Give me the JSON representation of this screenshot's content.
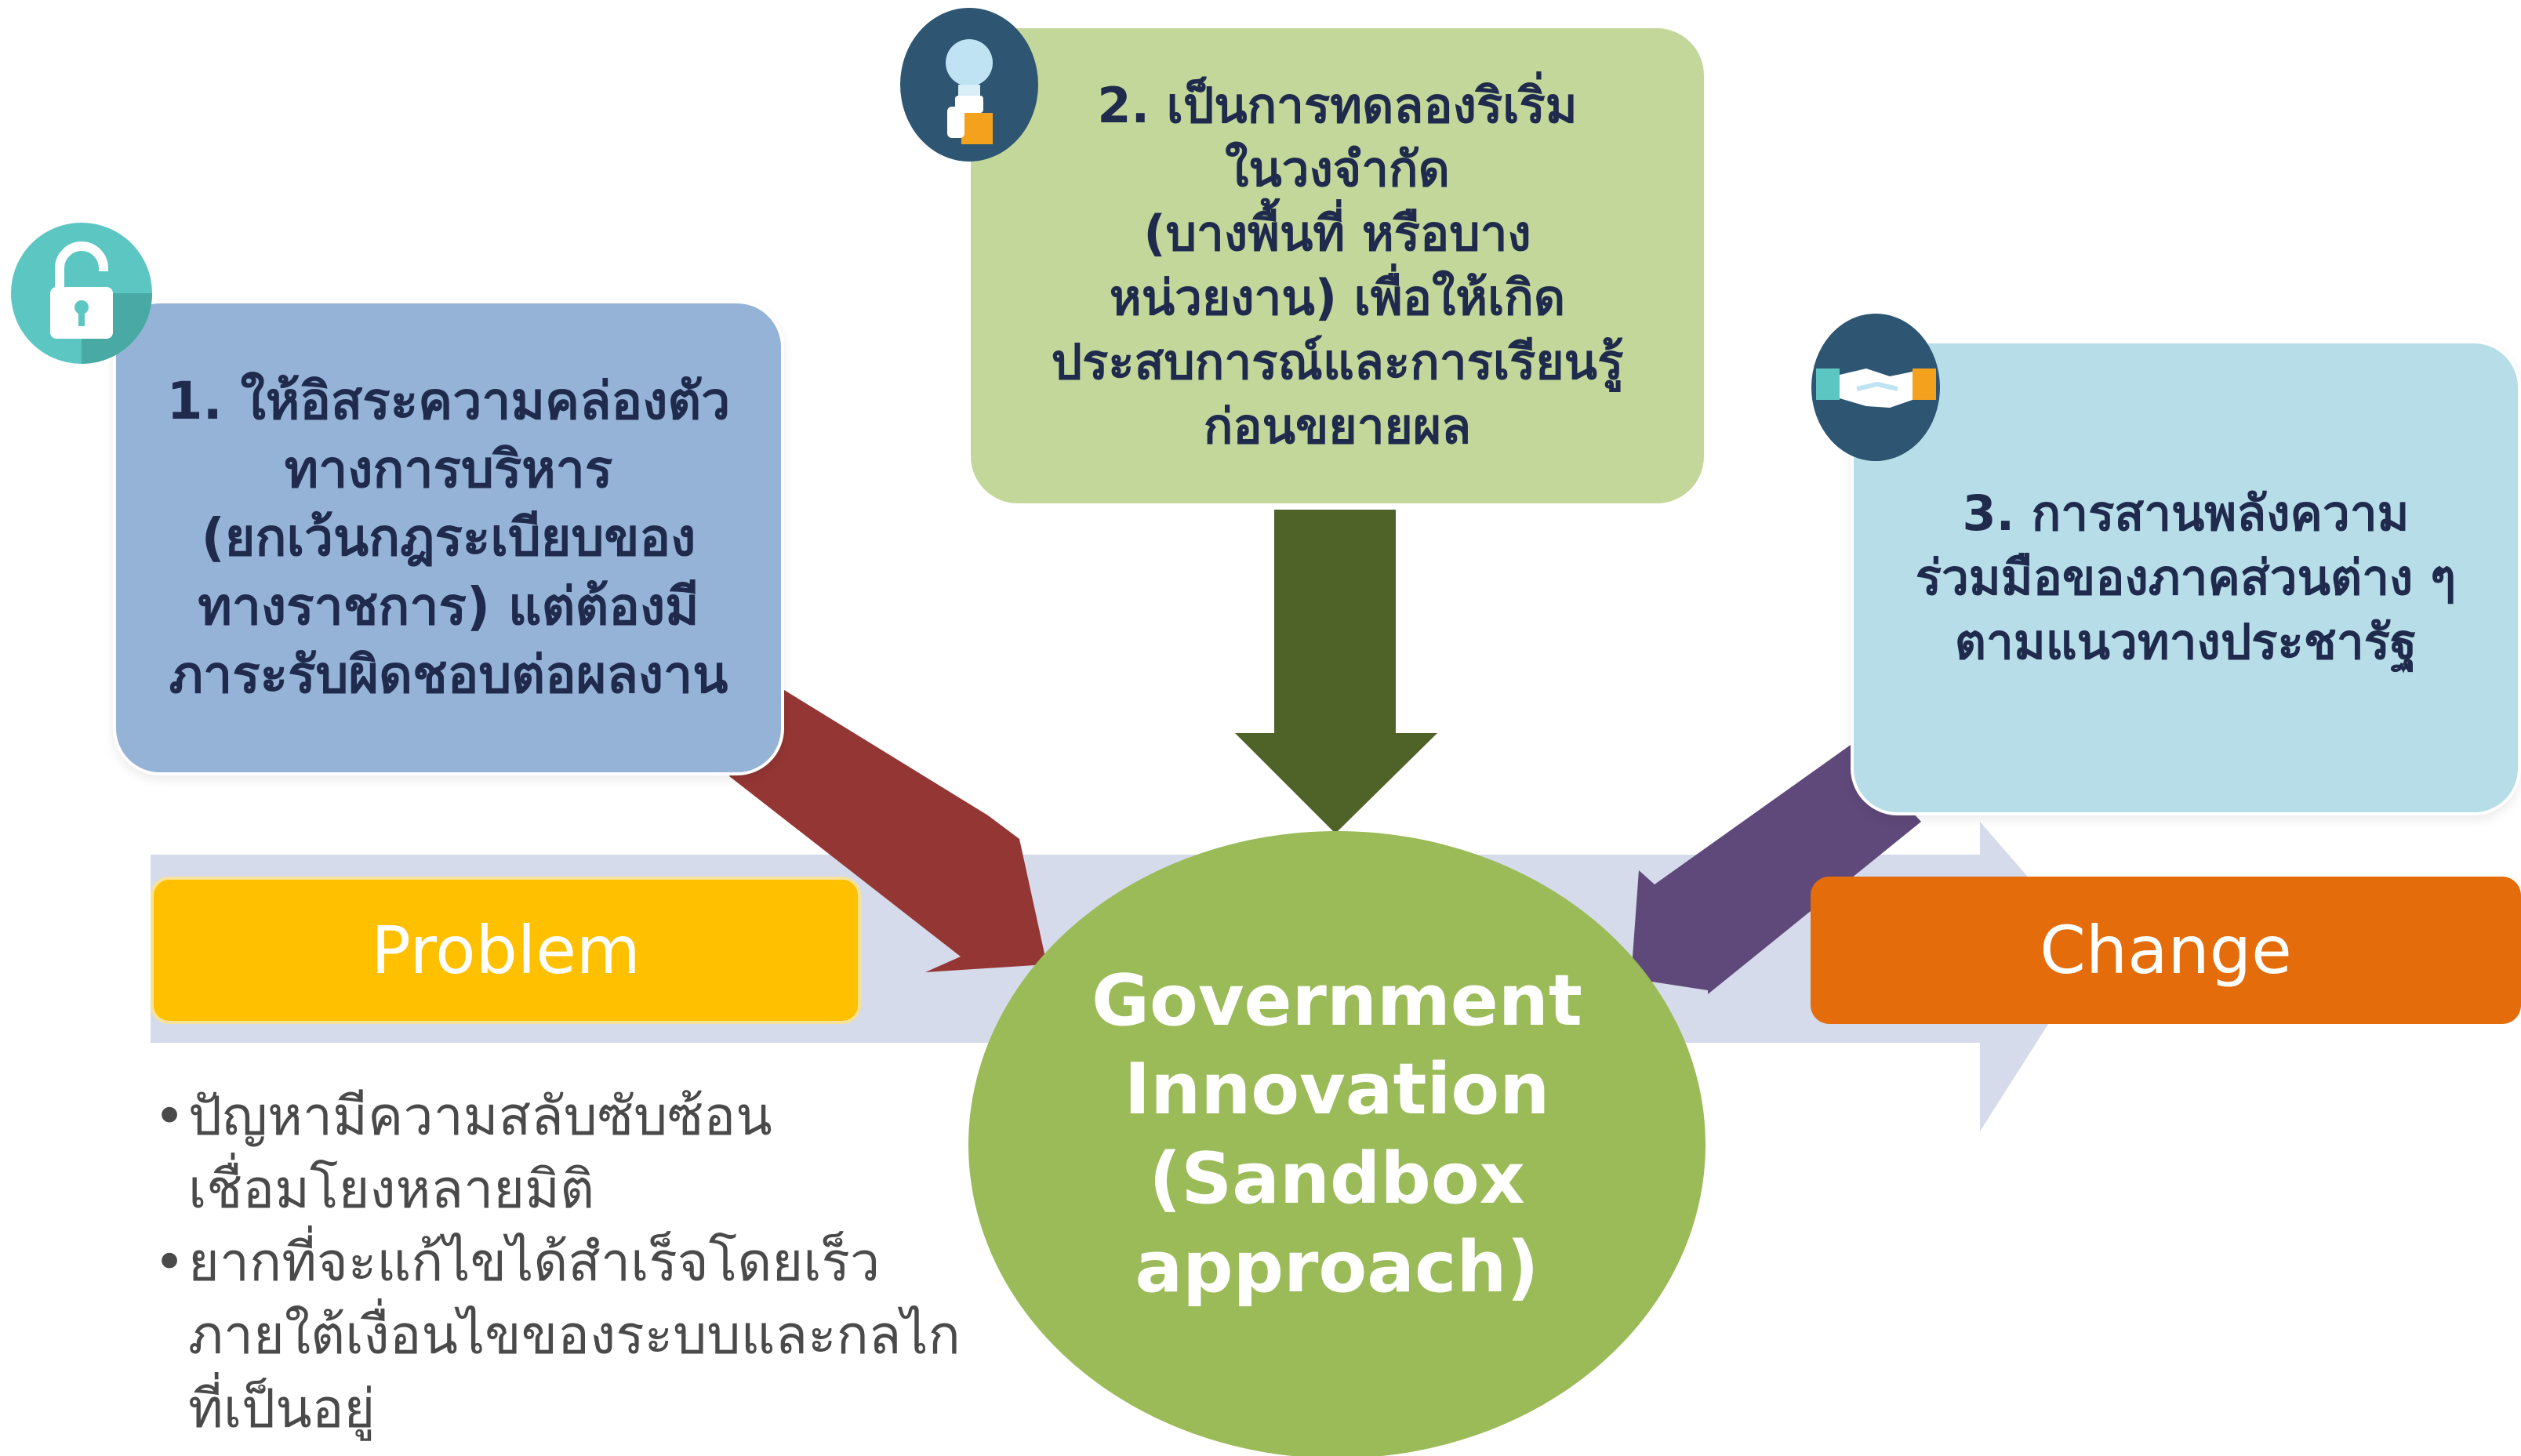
{
  "colors": {
    "box1_fill": "#95b3d7",
    "box2_fill": "#c4d79b",
    "box3_fill": "#b7dde8",
    "circle_fill": "#9bbb59",
    "problem_fill": "#ffc000",
    "change_fill": "#e46c0a",
    "banner_fill": "#d5dbea",
    "arrow1": "#943634",
    "arrow2": "#4f6228",
    "arrow3": "#5f497a"
  },
  "icons": {
    "box1": "unlock-padlock-icon",
    "box2": "lightbulb-hand-icon",
    "box3": "handshake-icon"
  },
  "box1": {
    "text": "1. ให้อิสระความคล่องตัว\nทางการบริหาร\n(ยกเว้นกฎระเบียบของ\nทางราชการ) แต่ต้องมี\nภาระรับผิดชอบต่อผลงาน"
  },
  "box2": {
    "text": "2. เป็นการทดลองริเริ่ม\nในวงจำกัด\n(บางพื้นที่ หรือบาง\nหน่วยงาน) เพื่อให้เกิด\nประสบการณ์และการเรียนรู้\nก่อนขยายผล"
  },
  "box3": {
    "text": "3. การสานพลังความ\nร่วมมือของภาคส่วนต่าง ๆ\nตามแนวทางประชารัฐ"
  },
  "center": {
    "text": "Government\nInnovation\n(Sandbox\napproach)"
  },
  "problem": {
    "label": "Problem"
  },
  "change": {
    "label": "Change"
  },
  "bullets": [
    "ปัญหามีความสลับซับซ้อน\nเชื่อมโยงหลายมิติ",
    "ยากที่จะแก้ไขได้สำเร็จโดยเร็ว\nภายใต้เงื่อนไขของระบบและกลไก\nที่เป็นอยู่"
  ]
}
